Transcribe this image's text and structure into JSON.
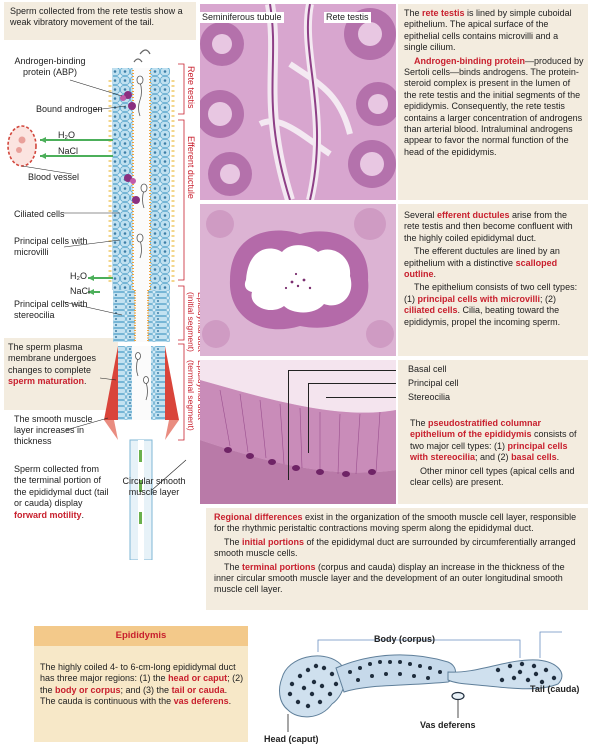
{
  "top_note": "Sperm collected from the rete testis show a weak vibratory movement of the tail.",
  "left_labels": {
    "abp": "Androgen-binding protein (ABP)",
    "bound_androgen": "Bound androgen",
    "blood_vessel": "Blood vessel",
    "ciliated_cells": "Ciliated cells",
    "principal_microvilli": "Principal cells with microvilli",
    "principal_stereocilia": "Principal cells with stereocilia",
    "smooth_muscle": "The smooth muscle layer increases in thickness",
    "circular_smooth": "Circular smooth muscle layer",
    "h2o": "H₂O",
    "nacl": "NaCl"
  },
  "membrane_note": {
    "text": "The sperm plasma membrane undergoes changes to complete ",
    "highlight": "sperm maturation",
    "end": "."
  },
  "forward_note": {
    "text": "Sperm collected from the terminal portion of the epididymal duct (tail or cauda) display ",
    "highlight": "forward motility",
    "end": "."
  },
  "vertical_labels": {
    "rete_testis": "Rete testis",
    "efferent_ductule": "Efferent ductule",
    "epi_initial": "Epididymal duct (initial segment)",
    "epi_terminal": "Epididymal duct (terminal segment)"
  },
  "micro_labels": {
    "seminiferous": "Seminiferous tubule",
    "rete": "Rete testis",
    "basal": "Basal cell",
    "principal": "Principal cell",
    "stereocilia": "Stereocilia"
  },
  "right_text_1": {
    "p1_a": "The ",
    "p1_b": "rete testis",
    "p1_c": " is lined by simple cuboidal epithelium. The apical surface of the epithelial cells contains microvilli and a single cilium.",
    "p2_a": "Androgen-binding protein",
    "p2_b": "—produced by Sertoli cells—binds androgens. The protein-steroid complex is present in the lumen of the rete testis and the initial segments of the epididymis. Consequently, the rete testis contains a larger concentration of androgens than arterial blood. Intraluminal androgens appear to favor the normal function of the head of the epididymis."
  },
  "right_text_2": {
    "p1_a": "Several ",
    "p1_b": "efferent ductules",
    "p1_c": " arise from the rete testis and then become confluent with the highly coiled epididymal duct.",
    "p2_a": "The efferent ductules are lined by an epithelium with a distinctive ",
    "p2_b": "scalloped outline",
    "p2_c": ".",
    "p3_a": "The epithelium consists of two cell types: (1) ",
    "p3_b": "principal cells with microvilli",
    "p3_c": "; (2) ",
    "p3_d": "ciliated cells",
    "p3_e": ". Cilia, beating toward the epididymis, propel the incoming sperm."
  },
  "right_text_3": {
    "p1_a": "The ",
    "p1_b": "pseudostratified columnar epithelium of the epididymis",
    "p1_c": " consists of two major cell  types: (1) ",
    "p1_d": "principal cells with stereocilia",
    "p1_e": "; and (2) ",
    "p1_f": "basal cells",
    "p1_g": ".",
    "p2": "Other minor cell types (apical cells and clear cells) are present."
  },
  "regional": {
    "p1_a": "Regional differences",
    "p1_b": " exist in the organization of the smooth muscle cell layer, responsible for the rhythmic peristaltic contractions moving sperm along the epididymal duct.",
    "p2_a": "The ",
    "p2_b": "initial portions",
    "p2_c": " of the epididymal duct are surrounded by circumferentially arranged smooth muscle cells.",
    "p3_a": "The ",
    "p3_b": "terminal portions",
    "p3_c": " (corpus and cauda) display an increase in the thickness of the inner circular smooth muscle layer and  the development of an outer longitudinal smooth muscle cell layer."
  },
  "epididymis": {
    "title": "Epididymis",
    "t1": "The highly coiled 4- to 6-cm-long epididymal duct has three major regions: (1) the ",
    "h1": "head or caput",
    "t2": "; (2) the ",
    "h2": "body or corpus",
    "t3": "; and (3) the ",
    "h3": "tail or cauda",
    "t4": ". The cauda is continuous with the ",
    "h4": "vas deferens",
    "t5": "."
  },
  "epi_labels": {
    "body": "Body (corpus)",
    "tail": "Tail (cauda)",
    "vas": "Vas deferens",
    "head": "Head (caput)"
  },
  "colors": {
    "panel": "#f3ecdf",
    "accent_red": "#c8202e",
    "blue_label": "#3a8fd0",
    "epi_panel": "#f7e8c8",
    "epi_title": "#f3c98a"
  }
}
